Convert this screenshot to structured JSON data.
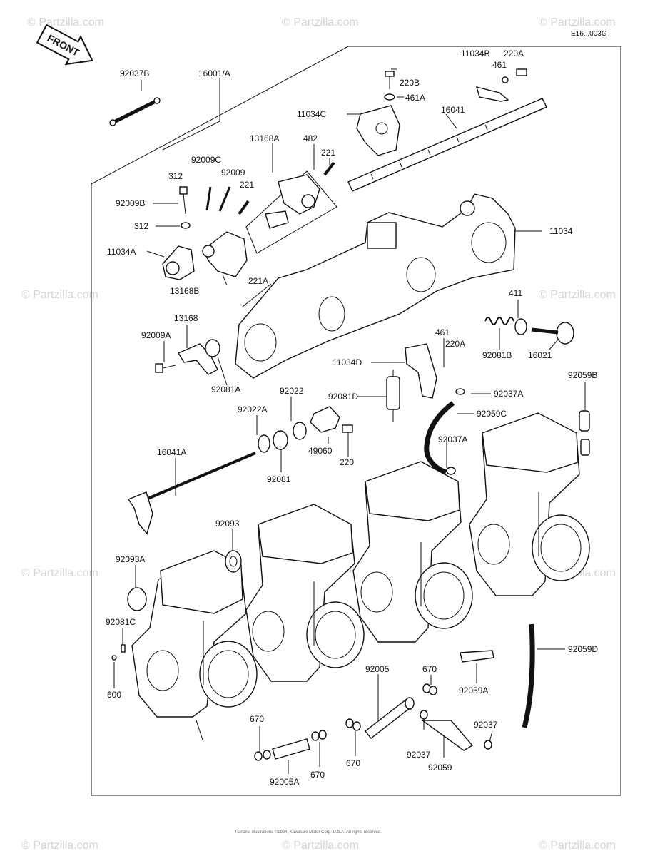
{
  "header": {
    "code": "E16...003G",
    "front_label": "FRONT"
  },
  "watermark": {
    "text": "© Partzilla.com"
  },
  "footer": {
    "copyright": "Partzilla illustrations ©1984, Kawasaki Motor Corp. U.S.A. All rights reserved."
  },
  "labels": {
    "p92037B": "92037B",
    "p16001A": "16001/A",
    "p11034B": "11034B",
    "p220A_top": "220A",
    "p461_top": "461",
    "p220B": "220B",
    "p461A": "461A",
    "p11034C": "11034C",
    "p16041": "16041",
    "p13168A": "13168A",
    "p482": "482",
    "p221_a": "221",
    "p92009C": "92009C",
    "p312_a": "312",
    "p92009": "92009",
    "p221_b": "221",
    "p92009B": "92009B",
    "p312_b": "312",
    "p11034A": "11034A",
    "p11034": "11034",
    "p13168B": "13168B",
    "p221A": "221A",
    "p411": "411",
    "p13168": "13168",
    "p92009A": "92009A",
    "p92081B": "92081B",
    "p16021": "16021",
    "p461_mid": "461",
    "p220A_mid": "220A",
    "p11034D": "11034D",
    "p92081A": "92081A",
    "p92022": "92022",
    "p92081D": "92081D",
    "p92037A_a": "92037A",
    "p92059B": "92059B",
    "p92022A": "92022A",
    "p92059C": "92059C",
    "p92037A_b": "92037A",
    "p16041A": "16041A",
    "p49060": "49060",
    "p220": "220",
    "p92081": "92081",
    "p92093": "92093",
    "p92093A": "92093A",
    "p92081C": "92081C",
    "p600": "600",
    "p92059D": "92059D",
    "p92005": "92005",
    "p670_a": "670",
    "p92059A": "92059A",
    "p670_b": "670",
    "p92037": "92037",
    "p670_c": "670",
    "p670_d": "670",
    "p92037_b": "92037",
    "p92059": "92059",
    "p92005A": "92005A"
  }
}
